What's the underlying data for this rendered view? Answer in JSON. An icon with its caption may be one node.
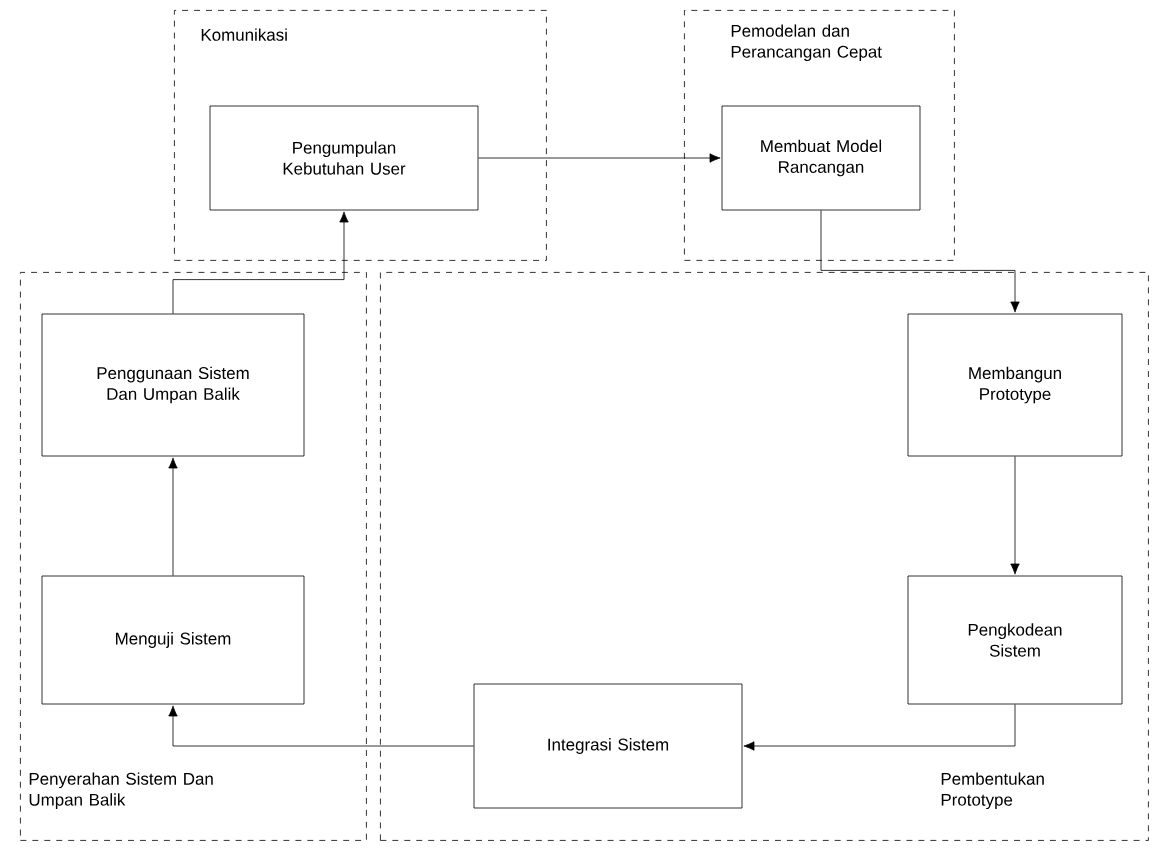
{
  "diagram": {
    "nodes": [
      {
        "text": [
          "Komunikasi"
        ]
      },
      {
        "text": [
          "Pengumpulan Kebutuhan User"
        ],
        "in": 0
      },
      {
        "text": [
          "Pemodelan dan Perancangan Cepat"
        ]
      },
      {
        "text": [
          "Membuat Model Rancangan"
        ],
        "in": 2
      },
      {
        "text": [
          "Penyerahan Sistem Dan Umpan Balik"
        ]
      },
      {
        "text": [
          "Penggunaan Sistem Dan Umpan Balik"
        ],
        "in": 4
      },
      {
        "text": [
          "Menguji Sistem"
        ],
        "in": 4
      },
      {
        "text": [
          "Pembentukan Prototype"
        ]
      },
      {
        "text": [
          "Membangun Prototype"
        ],
        "in": 7
      },
      {
        "text": [
          "Pengkodean Sistem"
        ],
        "in": 7
      },
      {
        "text": [
          "Integrasi Sistem"
        ],
        "in": 7
      }
    ],
    "edges": [
      {
        "from": 1,
        "to": 3,
        "arrow": "to"
      },
      {
        "from": 3,
        "to": 8,
        "arrow": "to"
      },
      {
        "from": 8,
        "to": 9,
        "arrow": "to"
      },
      {
        "from": 9,
        "to": 10,
        "arrow": "to"
      },
      {
        "from": 10,
        "to": 6,
        "arrow": "to"
      },
      {
        "from": 6,
        "to": 5,
        "arrow": "to"
      },
      {
        "from": 5,
        "to": 1,
        "arrow": "to"
      }
    ]
  }
}
